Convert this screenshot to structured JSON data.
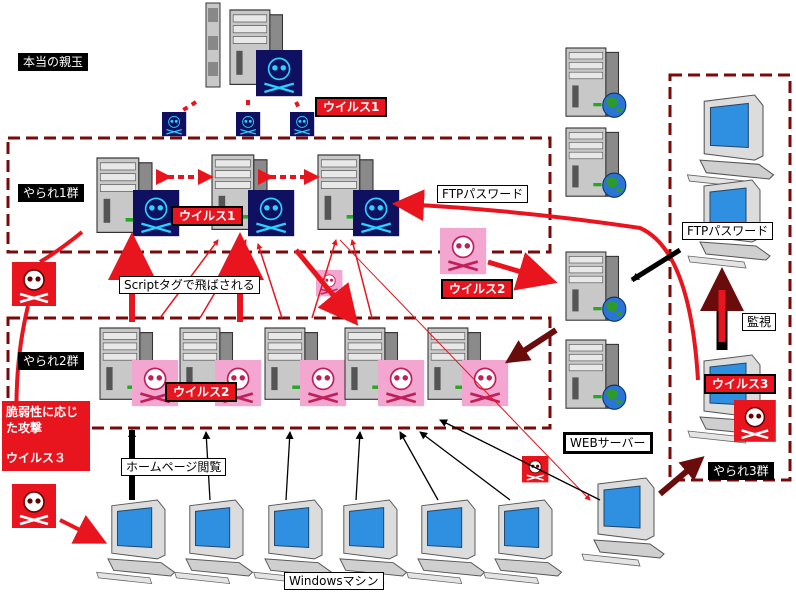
{
  "labels": {
    "real_boss": "本当の親玉",
    "group1": "やられ1群",
    "group2": "やられ2群",
    "group3": "やられ3群",
    "virus1_top": "ウイルス1",
    "virus1_mid": "ウイルス1",
    "virus2_right": "ウイルス2",
    "virus2_mid": "ウイルス2",
    "virus3_right": "ウイルス3",
    "ftp_password_1": "FTPパスワード",
    "ftp_password_2": "FTPパスワード",
    "script_tag": "Scriptタグで飛ばされる",
    "homepage_view": "ホームページ閲覧",
    "monitor": "監視",
    "web_server": "WEBサーバー",
    "windows_machine": "Windowsマシン"
  },
  "attack_note": {
    "line1": "脆弱性に応じ",
    "line2": "た攻撃",
    "line3": "ウイルス３"
  },
  "colors": {
    "dashed_box": "#7a0a0a",
    "red_arrow": "#e8141e",
    "dark_arrow": "#6b0c0c",
    "skull_bg_dark": "#101060",
    "skull_bg_pink": "#f3a6d0",
    "skull_bg_red": "#e8141e"
  }
}
